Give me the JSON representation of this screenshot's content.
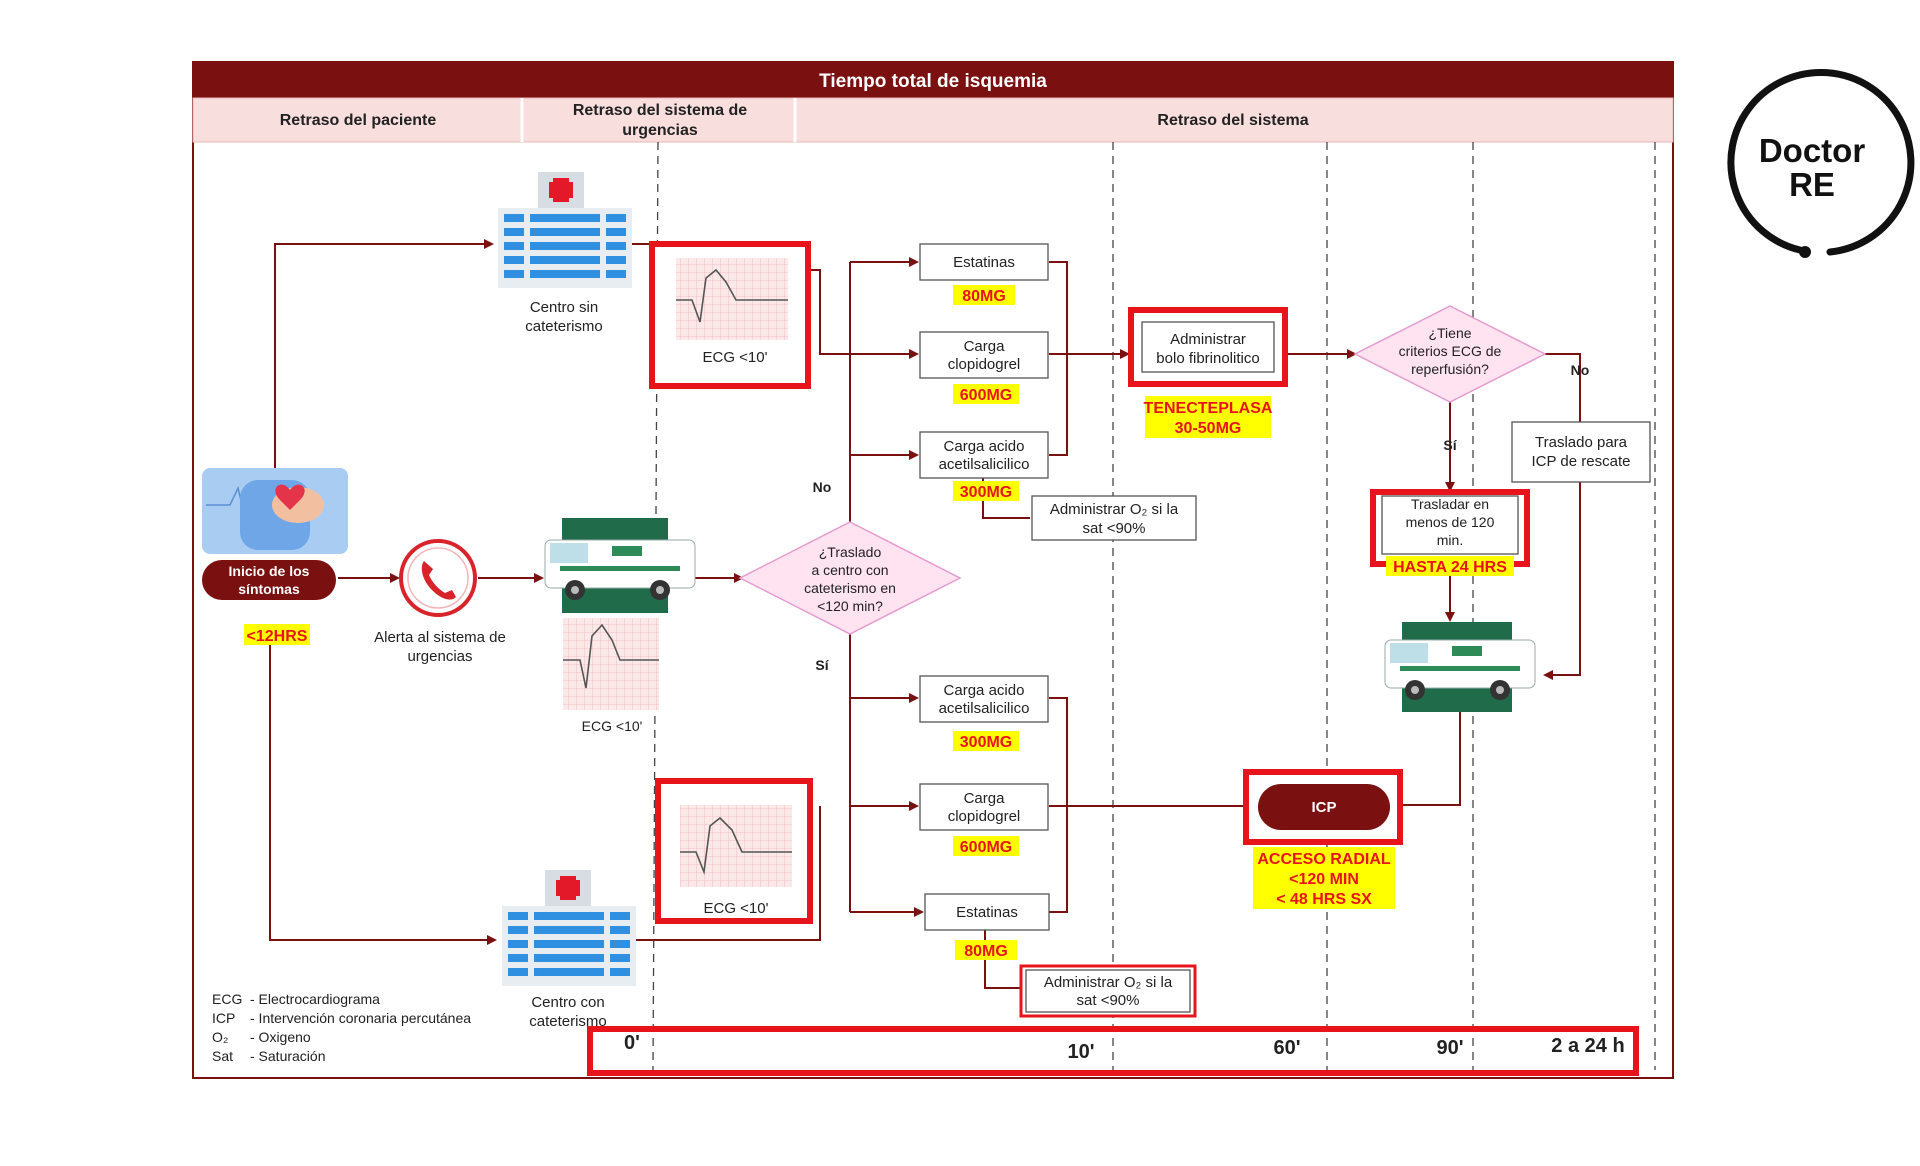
{
  "header": {
    "title": "Tiempo total de isquemia",
    "col_patient": "Retraso del paciente",
    "col_emergency_line1": "Retraso del sistema de",
    "col_emergency_line2": "urgencias",
    "col_system": "Retraso del sistema"
  },
  "start": {
    "label_line1": "Inicio de los",
    "label_line2": "síntomas",
    "note": "<12HRS",
    "alert_line1": "Alerta al sistema de",
    "alert_line2": "urgencias"
  },
  "top_hospital": {
    "label_line1": "Centro sin",
    "label_line2": "cateterismo",
    "ecg": "ECG <10'"
  },
  "bottom_hospital": {
    "label_line1": "Centro con",
    "label_line2": "cateterismo",
    "ecg": "ECG <10'"
  },
  "ambulance_ecg": "ECG  <10'",
  "decision_transfer": {
    "line1": "¿Traslado",
    "line2": "a centro con",
    "line3": "cateterismo en",
    "line4": "<120 min?",
    "no": "No",
    "yes": "Sí"
  },
  "top_branch": {
    "statins": "Estatinas",
    "statins_dose": "80MG",
    "clopi_line1": "Carga",
    "clopi_line2": "clopidogrel",
    "clopi_dose": "600MG",
    "asa_line1": "Carga acido",
    "asa_line2": "acetilsalicilico",
    "asa_dose": "300MG",
    "o2_line1": "Administrar O₂ si la",
    "o2_line2": "sat <90%",
    "fibrino_line1": "Administrar",
    "fibrino_line2": "bolo fibrinolitico",
    "fibrino_note1": "TENECTEPLASA",
    "fibrino_note2": "30-50MG"
  },
  "reperfusion": {
    "line1": "¿Tiene",
    "line2": "criterios ECG de",
    "line3": "reperfusión?",
    "no": "No",
    "yes": "Sí",
    "rescue_line1": "Traslado para",
    "rescue_line2": "ICP de rescate",
    "transfer_line1": "Trasladar en",
    "transfer_line2": "menos de 120",
    "transfer_line3": "min.",
    "transfer_note": "HASTA 24 HRS"
  },
  "bottom_branch": {
    "asa_line1": "Carga acido",
    "asa_line2": "acetilsalicilico",
    "asa_dose": "300MG",
    "clopi_line1": "Carga",
    "clopi_line2": "clopidogrel",
    "clopi_dose": "600MG",
    "statins": "Estatinas",
    "statins_dose": "80MG",
    "o2_line1": "Administrar O₂ si la",
    "o2_line2": "sat <90%",
    "icp": "ICP",
    "icp_note1": "ACCESO RADIAL",
    "icp_note2": "<120 MIN",
    "icp_note3": "< 48 HRS SX"
  },
  "legend": [
    {
      "abbr": "ECG",
      "desc": "- Electrocardiograma"
    },
    {
      "abbr": "ICP",
      "desc": "- Intervención coronaria percutánea"
    },
    {
      "abbr": "O₂",
      "desc": "- Oxigeno"
    },
    {
      "abbr": "Sat",
      "desc": "- Saturación"
    }
  ],
  "timeline": [
    "0'",
    "10'",
    "60'",
    "90'",
    "2 a 24 h"
  ],
  "logo": {
    "line1": "Doctor",
    "line2": "RE"
  },
  "colors": {
    "dark_red": "#7a1010",
    "header_pink": "#f9dede",
    "highlight_red": "#e8141c",
    "note_yellow": "#ffff00",
    "diamond_pink": "#ffe3f1",
    "diamond_border": "#e69bd0",
    "building_blue": "#2f8fe0",
    "ambulance_green": "#1f6b4a"
  }
}
